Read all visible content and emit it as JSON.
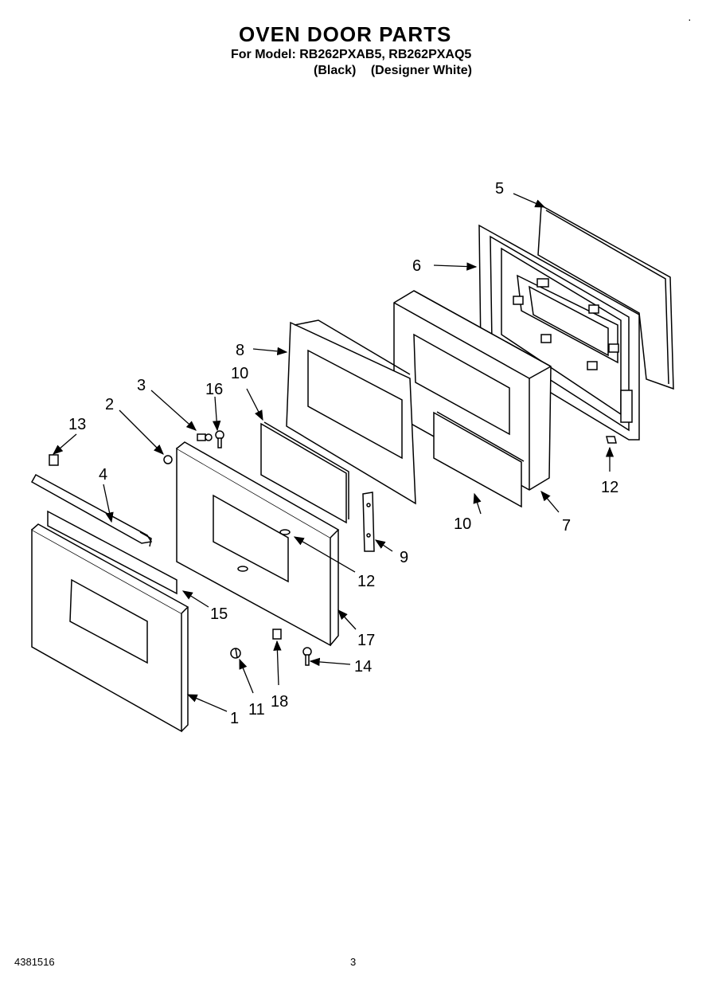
{
  "header": {
    "title": "OVEN DOOR PARTS",
    "model_line": "For Model: RB262PXAB5, RB262PXAQ5",
    "variant_black": "(Black)",
    "variant_white": "(Designer White)"
  },
  "footer": {
    "doc_number": "4381516",
    "page_number": "3"
  },
  "corner_mark": "·",
  "callouts": {
    "c1": "1",
    "c2": "2",
    "c3": "3",
    "c4": "4",
    "c5": "5",
    "c6": "6",
    "c7": "7",
    "c8": "8",
    "c9": "9",
    "c10a": "10",
    "c10b": "10",
    "c11": "11",
    "c12a": "12",
    "c12b": "12",
    "c13": "13",
    "c14": "14",
    "c15": "15",
    "c16": "16",
    "c17": "17",
    "c18": "18"
  },
  "colors": {
    "ink": "#000000",
    "paper": "#ffffff"
  }
}
